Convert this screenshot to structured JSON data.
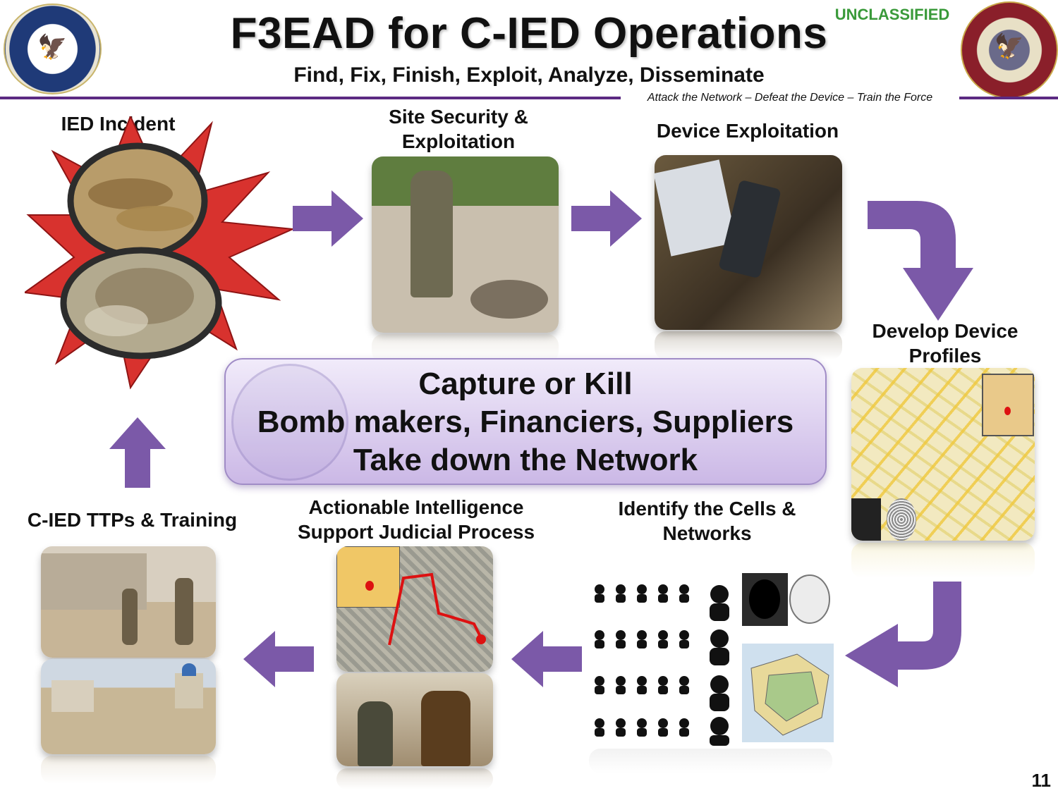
{
  "header": {
    "title": "F3EAD for C-IED Operations",
    "subtitle": "Find, Fix, Finish, Exploit, Analyze, Disseminate",
    "classification": "UNCLASSIFIED",
    "tagline": "Attack the Network – Defeat the Device – Train the Force"
  },
  "seals": {
    "left_icon": "department-of-defense-seal-icon",
    "right_icon": "jieddo-seal-icon"
  },
  "steps": {
    "ied_incident": "IED Incident",
    "site_security_line1": "Site Security &",
    "site_security_line2": "Exploitation",
    "device_exploitation": "Device Exploitation",
    "develop_profiles_line1": "Develop Device",
    "develop_profiles_line2": "Profiles",
    "identify_line1": "Identify  the Cells &",
    "identify_line2": "Networks",
    "actionable_line1": "Actionable Intelligence",
    "actionable_line2": "Support Judicial Process",
    "ttps_training": "C-IED TTPs & Training"
  },
  "center": {
    "line1": "Capture or Kill",
    "line2": "Bomb makers, Financiers, Suppliers",
    "line3": "Take down the Network"
  },
  "slide_number": "11",
  "colors": {
    "accent_purple": "#7b59a8",
    "rule_purple": "#5b2a82",
    "classification_green": "#3a9a3a",
    "burst_red": "#d8322e"
  }
}
